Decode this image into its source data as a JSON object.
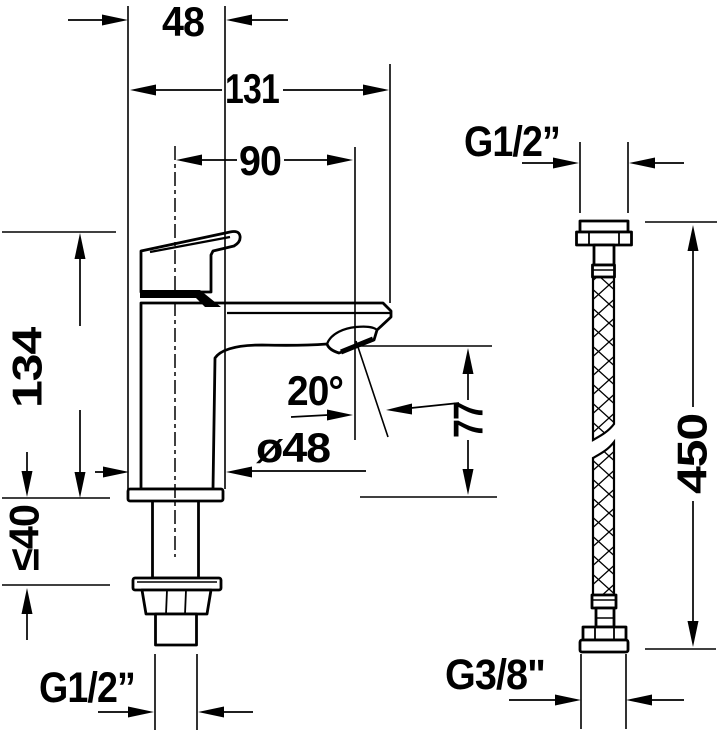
{
  "labels": {
    "width_top": "48",
    "length_overall": "131",
    "spout_reach": "90",
    "height_total": "134",
    "deck_max": "≤40",
    "spout_angle": "20°",
    "base_diameter": "ø48",
    "outlet_height": "77",
    "thread_top": "G1/2”",
    "hose_length": "450",
    "hose_thread": "G3/8\"",
    "thread_bottom": "G1/2”"
  },
  "colors": {
    "line": "#000000",
    "background": "#ffffff"
  }
}
